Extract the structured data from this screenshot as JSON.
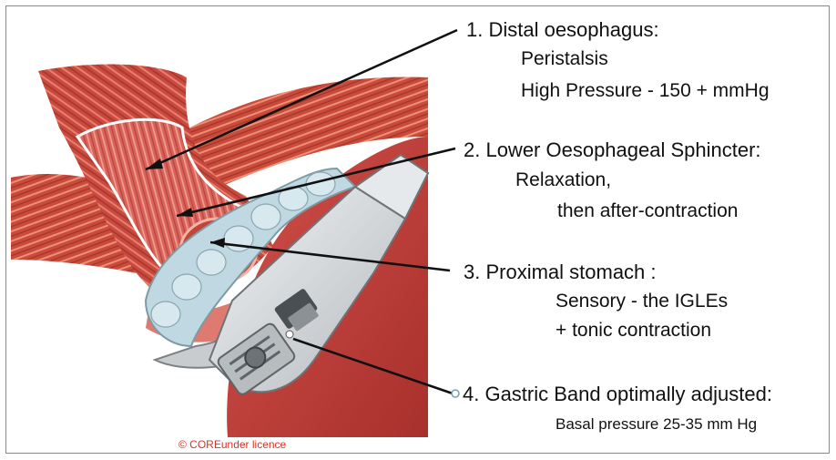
{
  "labels": {
    "l1": {
      "title": "1. Distal oesophagus:",
      "line1": "Peristalsis",
      "line2": "High Pressure - 150 + mmHg"
    },
    "l2": {
      "title": "2. Lower Oesophageal Sphincter:",
      "line1": "Relaxation,",
      "line2": "then after-contraction"
    },
    "l3": {
      "title": "3. Proximal stomach :",
      "line1": "Sensory - the IGLEs",
      "line2": "+ tonic contraction"
    },
    "l4": {
      "title": "4. Gastric Band optimally adjusted:",
      "line1": "Basal pressure 25-35 mm Hg"
    }
  },
  "copyright": "© COREunder licence",
  "colors": {
    "muscle": "#c0403a",
    "band": "#d8dde0",
    "band_inner": "#b9d3dc",
    "lumen": "#e8a09a",
    "text": "#111111",
    "copyright": "#d2342a"
  }
}
